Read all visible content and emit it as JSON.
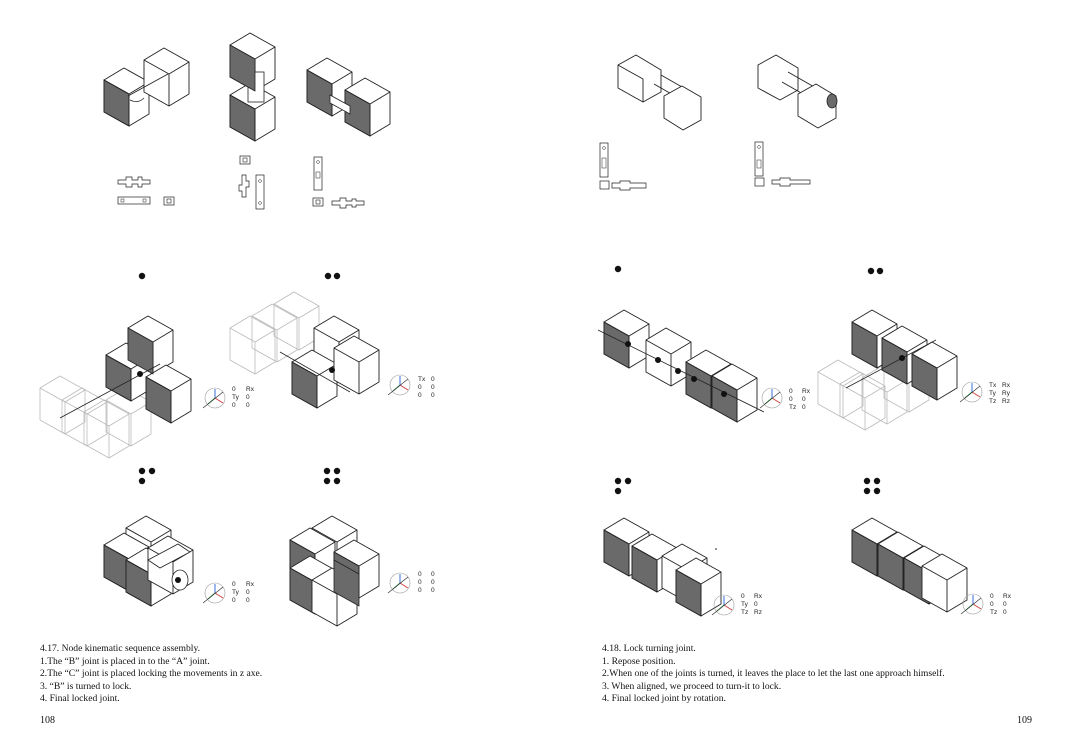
{
  "left": {
    "page_number": "108",
    "caption": [
      "4.17.     Node kinematic sequence assembly.",
      "1.The “B” joint is placed in to the “A” joint.",
      "2.The “C” joint is placed locking the movements in z axe.",
      "3. “B” is turned to lock.",
      "4. Final locked joint."
    ],
    "axis_labels": {
      "s1": [
        [
          "0",
          "Rx"
        ],
        [
          "Ty",
          "0"
        ],
        [
          "0",
          "0"
        ]
      ],
      "s2": [
        [
          "Tx",
          "0"
        ],
        [
          "0",
          "0"
        ],
        [
          "0",
          "0"
        ]
      ],
      "s3": [
        [
          "0",
          "Rx"
        ],
        [
          "Ty",
          "0"
        ],
        [
          "0",
          "0"
        ]
      ],
      "s4": [
        [
          "0",
          "0"
        ],
        [
          "0",
          "0"
        ],
        [
          "0",
          "0"
        ]
      ]
    }
  },
  "right": {
    "page_number": "109",
    "caption": [
      "4.18.     Lock turning joint.",
      "1. Repose position.",
      "2.When one of the joints is turned, it leaves the place  to let the last one approach himself.",
      "3.  When aligned,  we proceed to turn-it to lock.",
      "4. Final locked joint by rotation."
    ],
    "axis_labels": {
      "s1": [
        [
          "0",
          "Rx"
        ],
        [
          "0",
          "0"
        ],
        [
          "Tz",
          "0"
        ]
      ],
      "s2": [
        [
          "Tx",
          "Rx"
        ],
        [
          "Ty",
          "Ry"
        ],
        [
          "Tz",
          "Rz"
        ]
      ],
      "s3": [
        [
          "0",
          "Rx"
        ],
        [
          "Ty",
          "0"
        ],
        [
          "Tz",
          "Rz"
        ]
      ],
      "s4": [
        [
          "0",
          "Rx"
        ],
        [
          "0",
          "0"
        ],
        [
          "Tz",
          "0"
        ]
      ]
    }
  }
}
